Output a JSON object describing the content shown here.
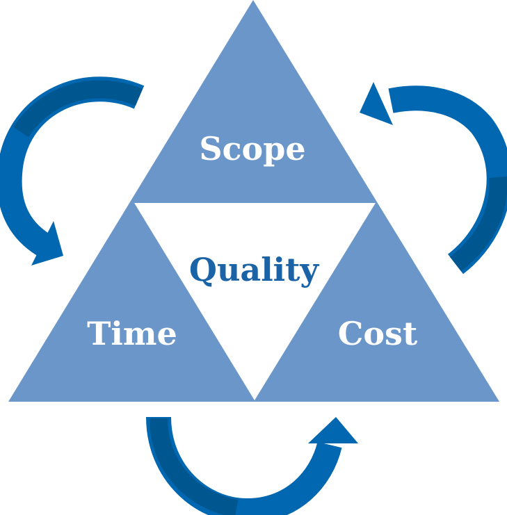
{
  "labels": {
    "top": "Scope",
    "center": "Quality",
    "left": "Time",
    "right": "Cost"
  },
  "colors": {
    "triangle": "#6a96c9",
    "arrow": "#0067b0",
    "arrow_dark": "#00568f",
    "center_text": "#1a63a6",
    "outer_text": "#ffffff"
  }
}
